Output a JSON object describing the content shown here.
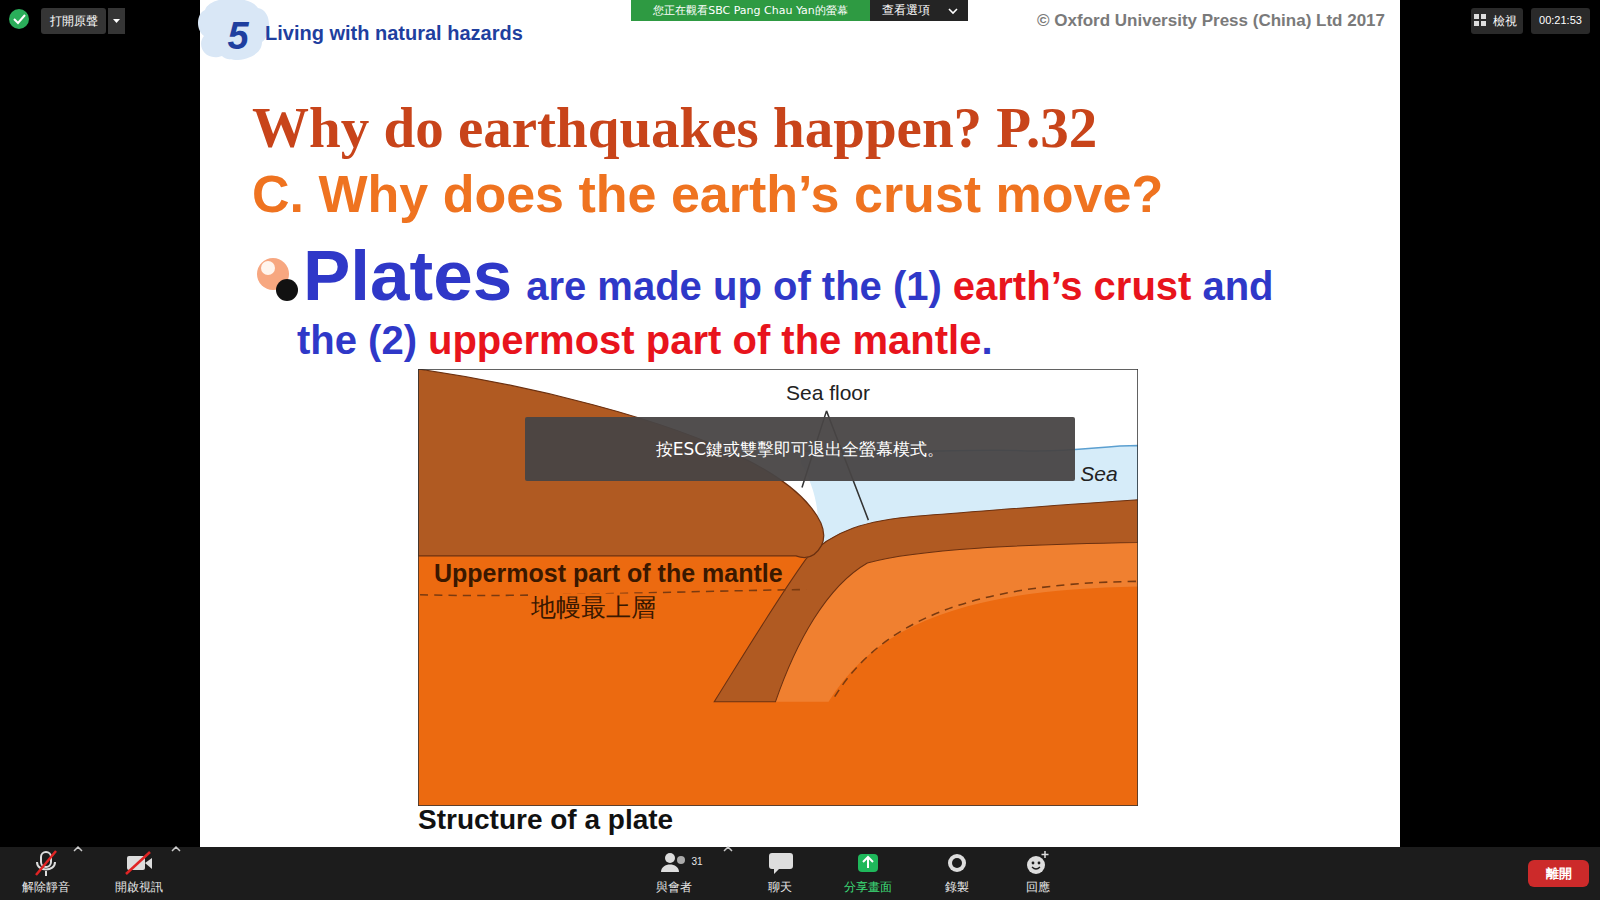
{
  "diagram": {
    "title": "Why do earthquakes happen? P.32",
    "caption": "Structure of a plate",
    "nodes": [
      {
        "text": [
          "打開原聲"
        ]
      },
      {
        "text": [
          "您正在觀看SBC Pang Chau Yan的螢幕"
        ]
      },
      {
        "text": [
          "查看選項"
        ]
      },
      {
        "text": [
          "檢視"
        ]
      },
      {
        "text": [
          "00:21:53"
        ]
      },
      {
        "text": [
          "按ESC鍵或雙擊即可退出全螢幕模式。"
        ]
      },
      {
        "text": [
          "離開"
        ]
      }
    ],
    "labels": [
      "5",
      "Living with natural hazards",
      "© Oxford University Press (China) Ltd 2017",
      "C. Why does the earth’s crust move?",
      "Plates",
      "are made up of the (1)",
      "earth’s crust",
      "and",
      "the (2)",
      "uppermost part of the mantle",
      ".",
      "Sea floor",
      "Sea",
      "Uppermost part of the mantle",
      "地幔最上層",
      "解除靜音",
      "開啟視訊",
      "31",
      "與會者",
      "聊天",
      "分享畫面",
      "錄製",
      "回應"
    ]
  }
}
